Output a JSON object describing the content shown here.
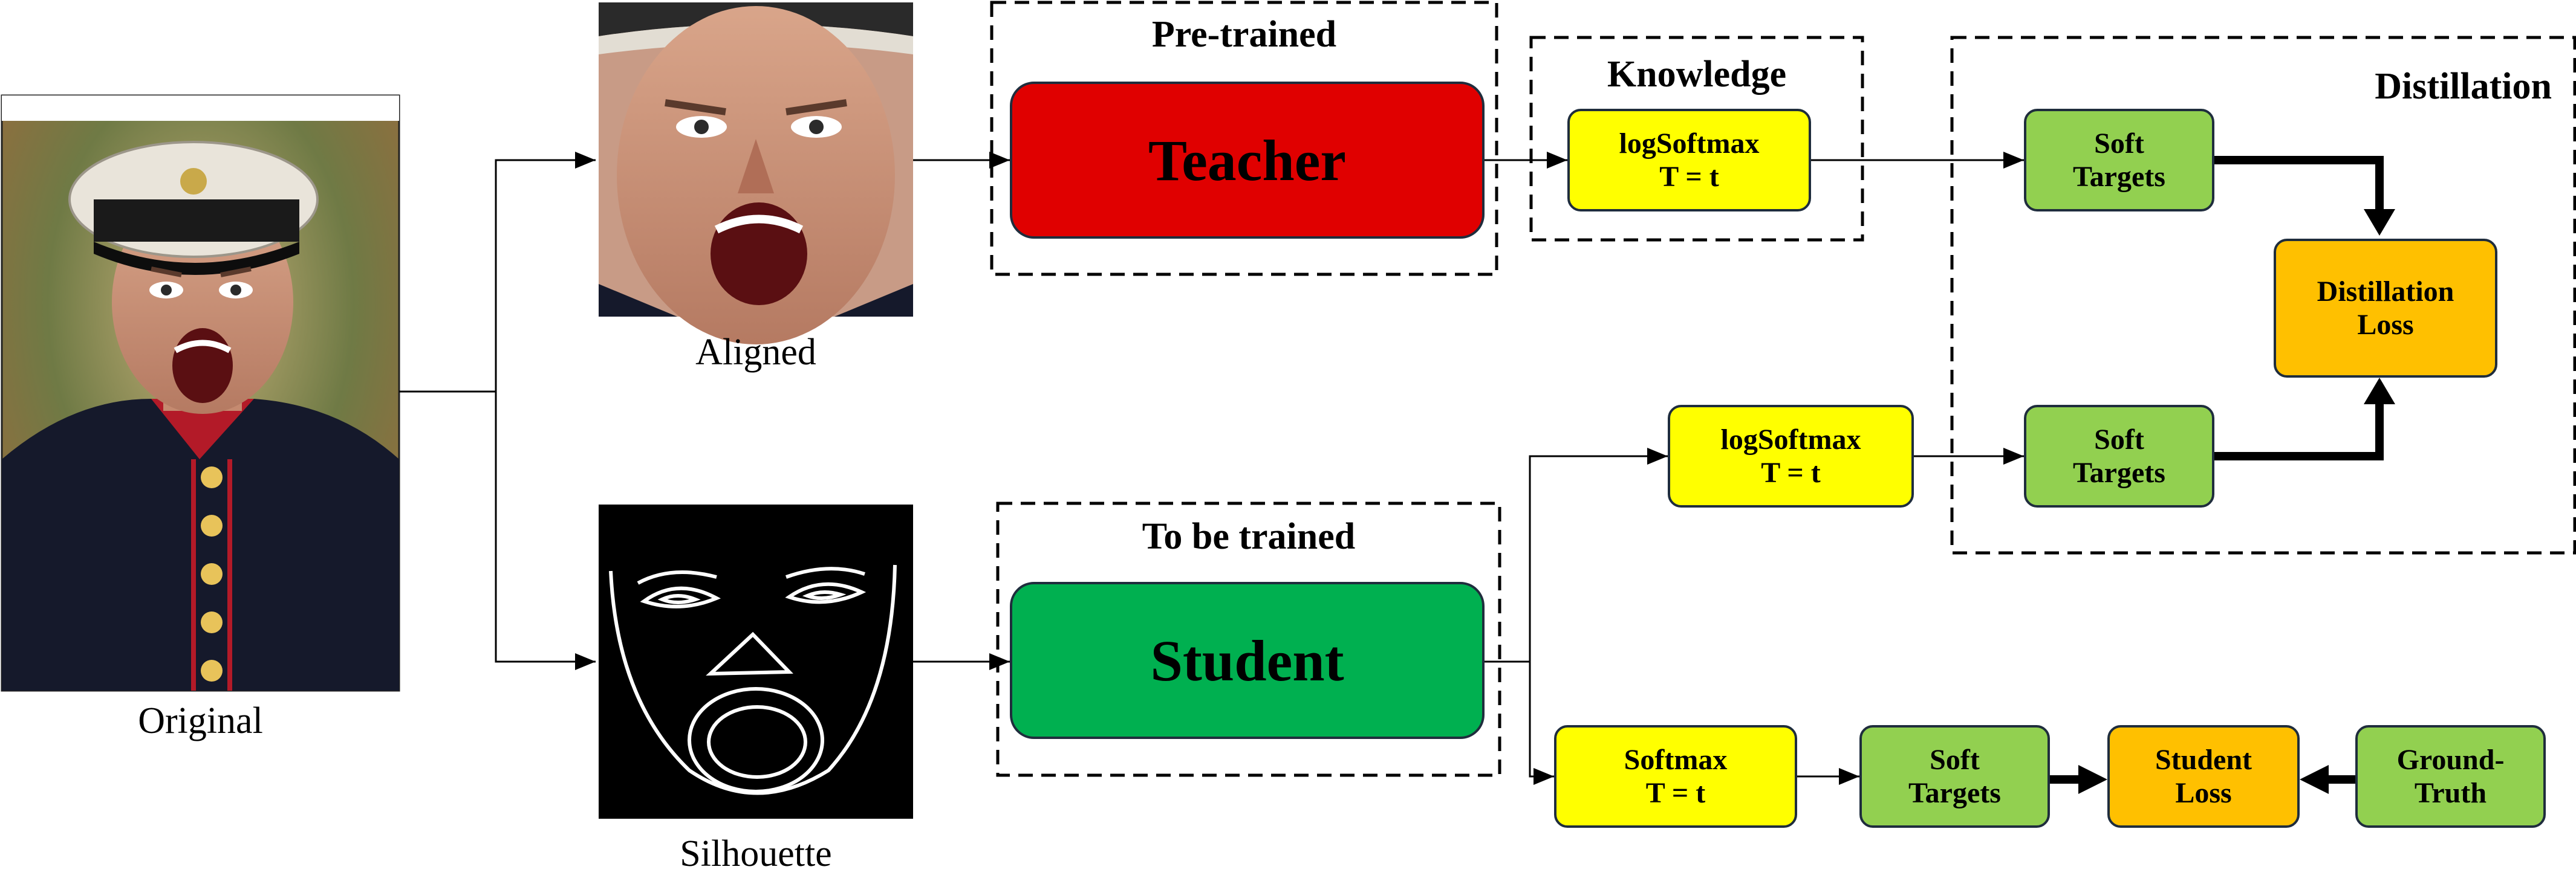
{
  "images": {
    "original": {
      "label": "Original"
    },
    "aligned": {
      "label": "Aligned"
    },
    "silhouette": {
      "label": "Silhouette"
    }
  },
  "groups": {
    "pretrained": {
      "title": "Pre-trained"
    },
    "knowledge": {
      "title": "Knowledge"
    },
    "distillation": {
      "title": "Distillation"
    },
    "to_be_trained": {
      "title": "To be trained"
    }
  },
  "nodes": {
    "teacher": {
      "text": "Teacher"
    },
    "student": {
      "text": "Student"
    },
    "logsoftmax_teacher": {
      "line1": "logSoftmax",
      "line2": "T = t"
    },
    "logsoftmax_student": {
      "line1": "logSoftmax",
      "line2": "T = t"
    },
    "softmax_student": {
      "line1": "Softmax",
      "line2": "T = t"
    },
    "soft_targets_teacher": {
      "line1": "Soft",
      "line2": "Targets"
    },
    "soft_targets_student_distill": {
      "line1": "Soft",
      "line2": "Targets"
    },
    "soft_targets_student": {
      "line1": "Soft",
      "line2": "Targets"
    },
    "distillation_loss": {
      "line1": "Distillation",
      "line2": "Loss"
    },
    "student_loss": {
      "line1": "Student",
      "line2": "Loss"
    },
    "ground_truth": {
      "line1": "Ground-",
      "line2": "Truth"
    }
  },
  "colors": {
    "teacher": "#e00000",
    "student": "#00b050",
    "softmax": "#ffff00",
    "soft_targets": "#92d050",
    "loss": "#ffc000"
  }
}
